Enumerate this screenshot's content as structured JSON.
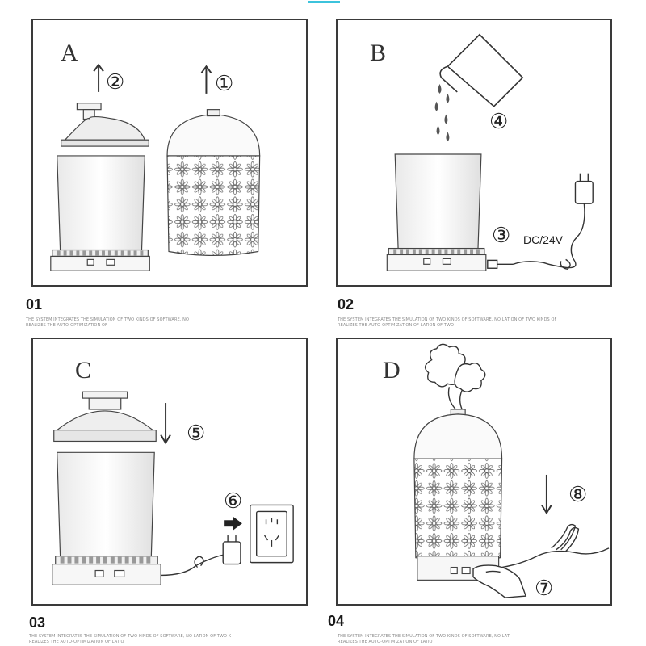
{
  "panels": [
    {
      "letter": "A",
      "steps": [
        "②",
        "①"
      ],
      "caption_num": "01",
      "caption_lines": [
        "THE SYSTEM INTEGRATES THE SIMULATION OF TWO KINDS OF SOFTWARE, NO",
        "REALIZES THE AUTO-OPTIMIZATION OF"
      ]
    },
    {
      "letter": "B",
      "steps": [
        "④",
        "③"
      ],
      "voltage": "DC/24V",
      "caption_num": "02",
      "caption_lines": [
        "THE SYSTEM INTEGRATES THE SIMULATION OF TWO KINDS OF SOFTWARE, NO LATION OF TWO KINDS OF",
        "REALIZES THE AUTO-OPTIMIZATION OF LATION OF TWO"
      ]
    },
    {
      "letter": "C",
      "steps": [
        "⑤",
        "⑥"
      ],
      "caption_num": "03",
      "caption_lines": [
        "THE SYSTEM INTEGRATES THE SIMULATION OF TWO KINDS OF SOFTWARE, NO LATION OF TWO K",
        "REALIZES THE AUTO-OPTIMIZATION OF LATIO"
      ]
    },
    {
      "letter": "D",
      "steps": [
        "⑧",
        "⑦"
      ],
      "caption_num": "04",
      "caption_lines": [
        "THE SYSTEM INTEGRATES THE SIMULATION OF TWO KINDS OF SOFTWARE, NO LATI",
        "REALIZES THE AUTO-OPTIMIZATION OF LATIO"
      ]
    }
  ],
  "colors": {
    "accent": "#3cc3dc",
    "frame": "#3a3a3a",
    "line": "#444444"
  }
}
